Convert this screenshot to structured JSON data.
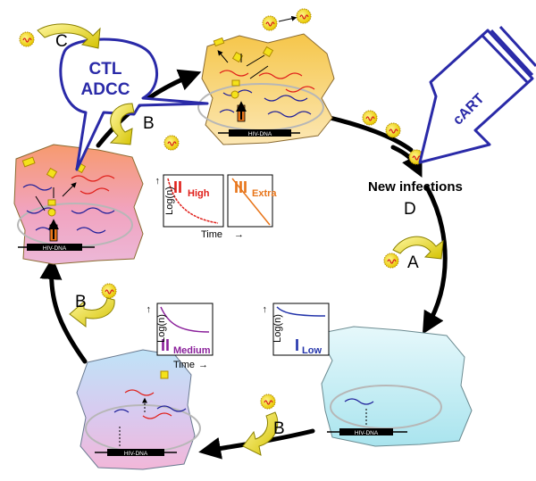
{
  "labels": {
    "ctl": "CTL",
    "adcc": "ADCC",
    "cart": "cART",
    "new_infections": "New infections",
    "hiv_dna": "HIV-DNA",
    "letters": {
      "a": "A",
      "b": "B",
      "c": "C",
      "d": "D"
    }
  },
  "plots": {
    "y_axis": "Log(n)",
    "y_arrow": "→",
    "x_axis": "Time",
    "x_arrow": "→",
    "high": {
      "numeral": "II",
      "sub": "High",
      "color": "#e0201b"
    },
    "extra": {
      "numeral": "III",
      "sub": "Extra",
      "color": "#e8751a"
    },
    "medium": {
      "numeral": "II",
      "sub": "Medium",
      "color": "#8a1f9a"
    },
    "low": {
      "numeral": "I",
      "sub": "Low",
      "color": "#2233aa"
    }
  },
  "colors": {
    "cycle_arrow": "#000000",
    "immune_blue": "#2a2aa8",
    "virus_yellow": "#f4e21a",
    "virus_outline": "#b08a00",
    "rna_red": "#e0201b",
    "dna_blue": "#20209a"
  }
}
